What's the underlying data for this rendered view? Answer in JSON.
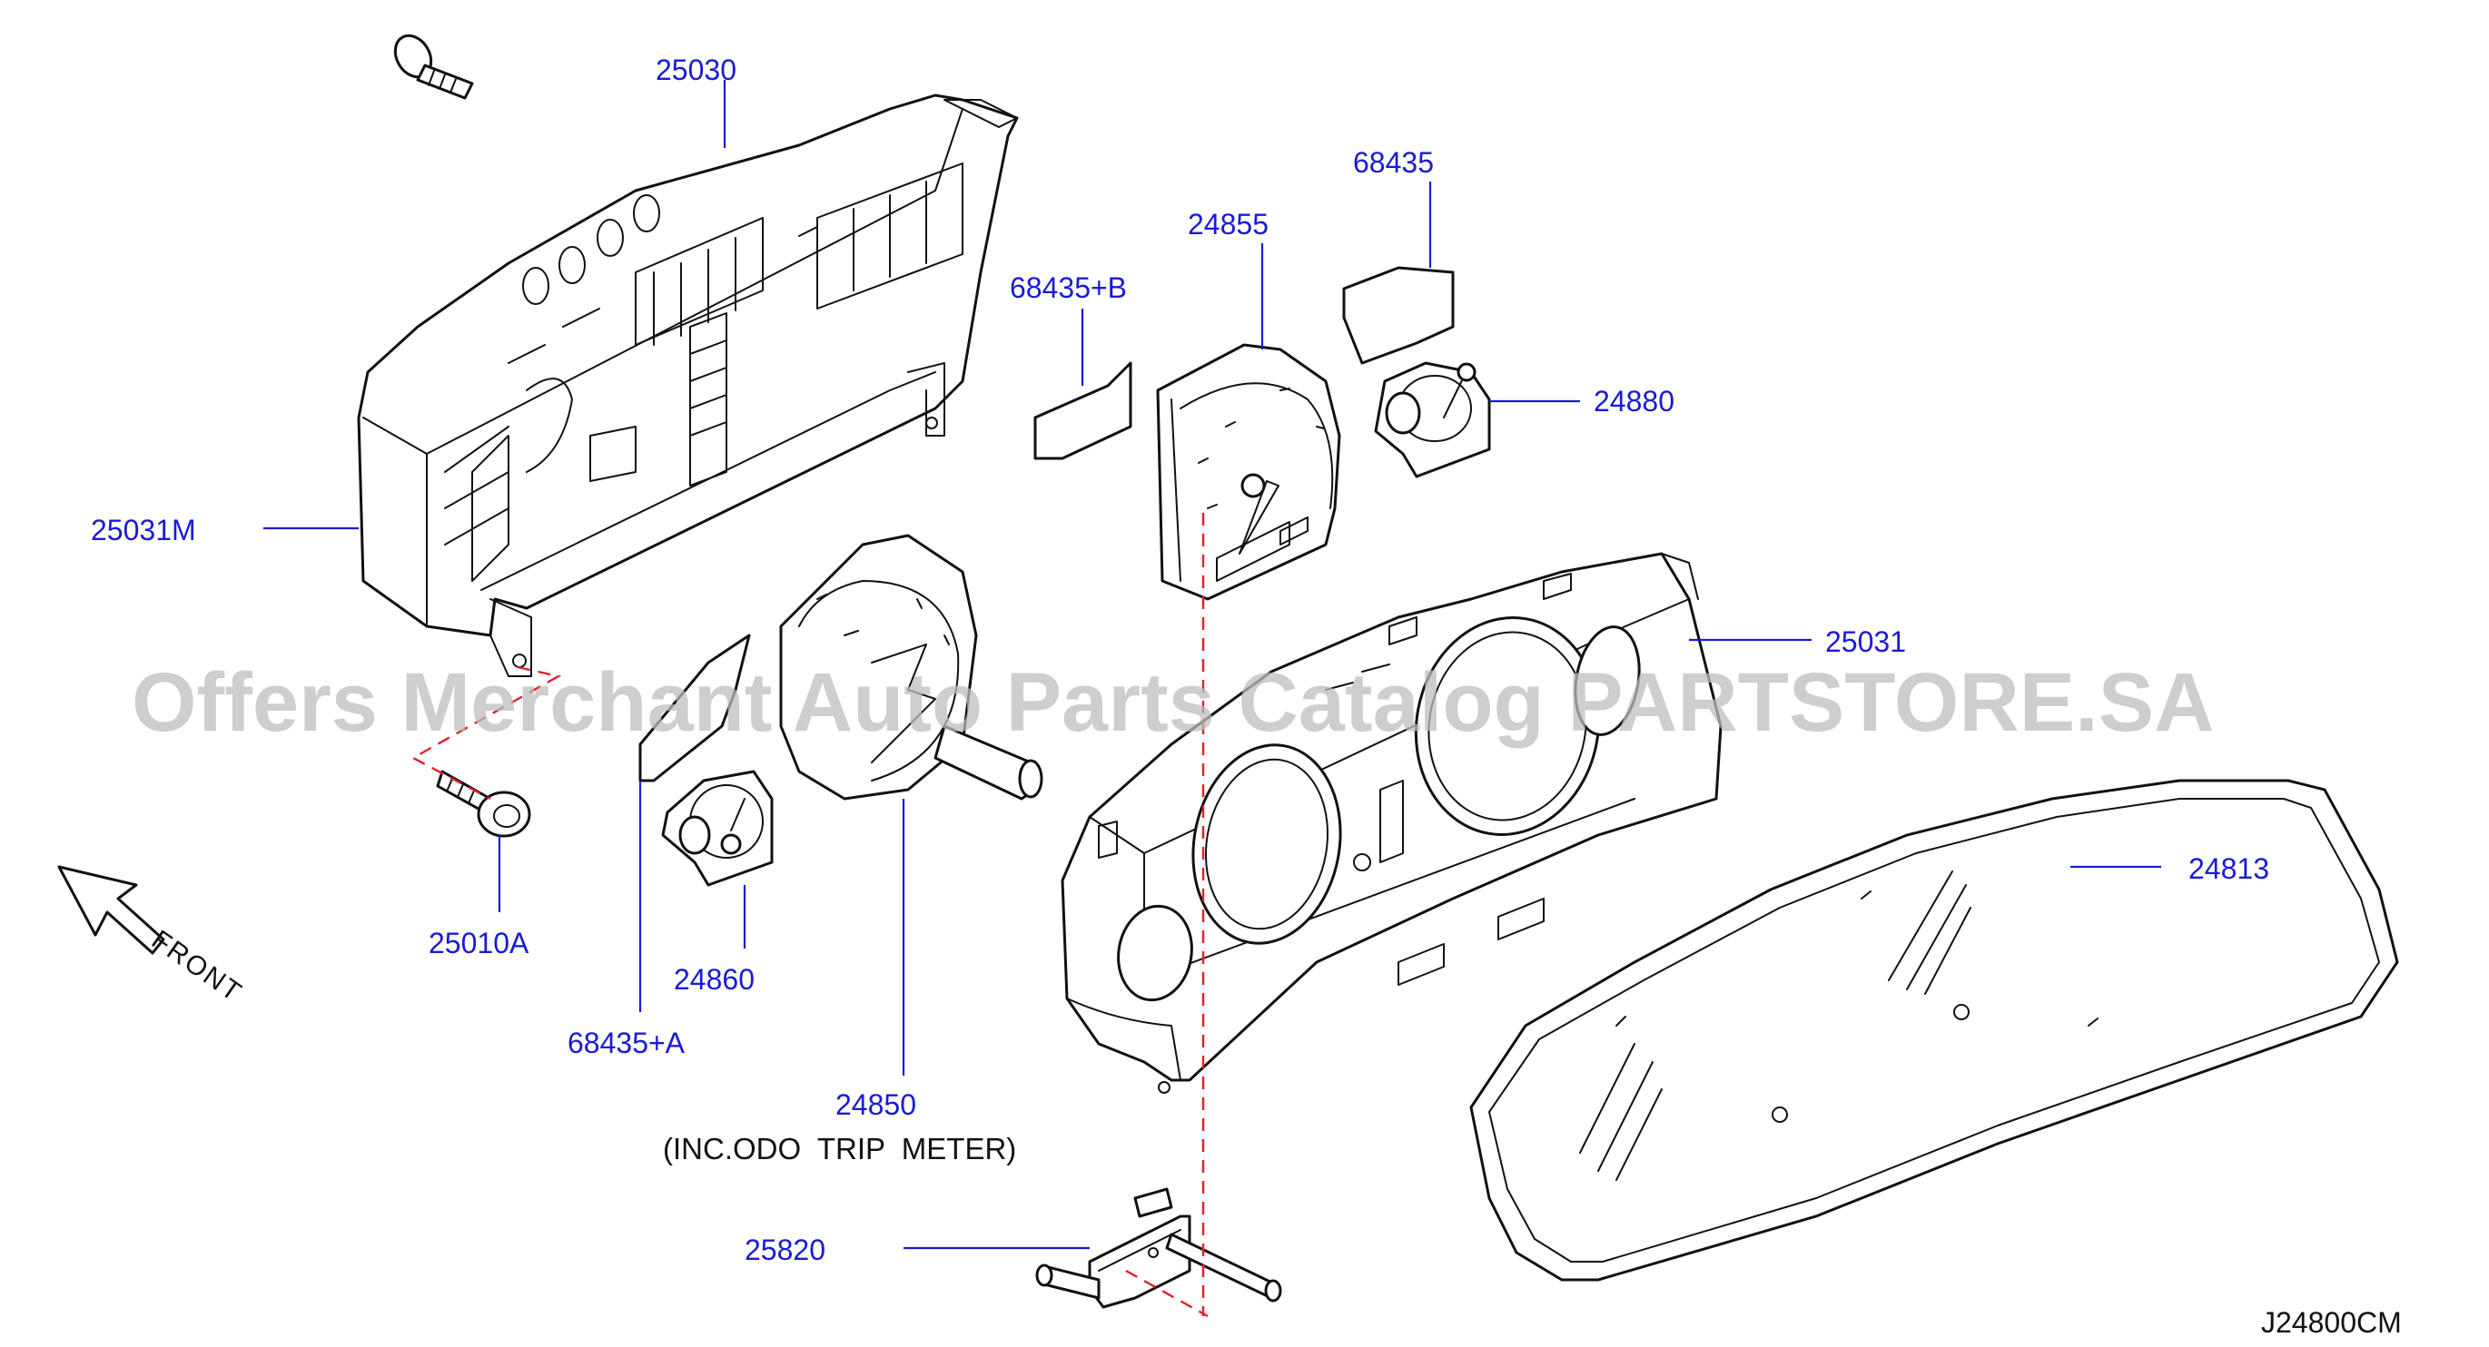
{
  "diagram": {
    "callouts": [
      {
        "id": "c25030",
        "label": "25030"
      },
      {
        "id": "c68435",
        "label": "68435"
      },
      {
        "id": "c24855",
        "label": "24855"
      },
      {
        "id": "c68435b",
        "label": "68435+B"
      },
      {
        "id": "c24880",
        "label": "24880"
      },
      {
        "id": "c25031m",
        "label": "25031M"
      },
      {
        "id": "c25031",
        "label": "25031"
      },
      {
        "id": "c24813",
        "label": "24813"
      },
      {
        "id": "c25010a",
        "label": "25010A"
      },
      {
        "id": "c24860",
        "label": "24860"
      },
      {
        "id": "c68435a",
        "label": "68435+A"
      },
      {
        "id": "c24850",
        "label": "24850"
      },
      {
        "id": "c25820",
        "label": "25820"
      }
    ],
    "note_24850": "(INC.ODO  TRIP  METER)",
    "front_label": "FRONT",
    "drawing_code": "J24800CM",
    "watermark": "Offers Merchant Auto Parts Catalog PARTSTORE.SA",
    "colors": {
      "label_blue": "#1a1ad6",
      "line_black": "#111111",
      "dash_red": "#e0202a",
      "watermark_gray": "#bdbdbd"
    }
  }
}
